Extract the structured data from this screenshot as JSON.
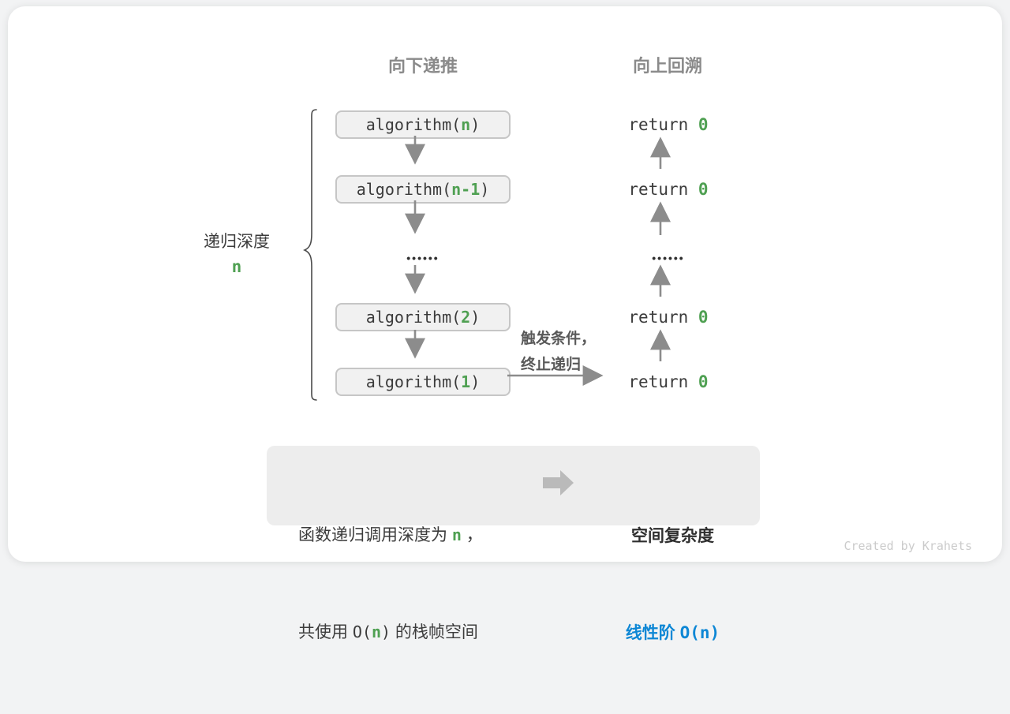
{
  "headers": {
    "down": "向下递推",
    "up": "向上回溯"
  },
  "depth": {
    "label": "递归深度",
    "value": "n"
  },
  "stack": {
    "calls": [
      {
        "pre": "algorithm(",
        "arg": "n",
        "post": ")"
      },
      {
        "pre": "algorithm(",
        "arg": "n-1",
        "post": ")"
      },
      {
        "pre": "algorithm(",
        "arg": "2",
        "post": ")"
      },
      {
        "pre": "algorithm(",
        "arg": "1",
        "post": ")"
      }
    ],
    "ellipsis": "••••••"
  },
  "returns": {
    "items": [
      {
        "pre": "return ",
        "val": "0"
      },
      {
        "pre": "return ",
        "val": "0"
      },
      {
        "pre": "return ",
        "val": "0"
      },
      {
        "pre": "return ",
        "val": "0"
      }
    ],
    "ellipsis": "••••••"
  },
  "annotation": {
    "line1": "触发条件，",
    "line2": "终止递归"
  },
  "summary": {
    "line1_pre": "函数递归调用深度为 ",
    "line1_arg": "n",
    "line1_post": " ，",
    "line2_pre": "共使用 ",
    "line2_code_pre": "O(",
    "line2_arg": "n",
    "line2_code_post": ")",
    "line2_post": " 的栈帧空间",
    "result_title": "空间复杂度",
    "result_label": "线性阶 ",
    "result_code": "O(n)"
  },
  "footer": {
    "credit": "Created by Krahets"
  },
  "icons": {
    "down_arrow": "downward recursion arrow",
    "up_arrow": "upward backtrack arrow",
    "terminate_arrow": "rightward terminate arrow",
    "brace": "left curly brace",
    "block_arrow": "implies block arrow"
  },
  "colors": {
    "green": "#4fa052",
    "blue": "#0e87d5",
    "arrow_gray": "#8c8c8c",
    "block_arrow_gray": "#bababa",
    "box_fill": "#f1f1f1",
    "box_border": "#c6c6c6",
    "summary_fill": "#ededed"
  }
}
